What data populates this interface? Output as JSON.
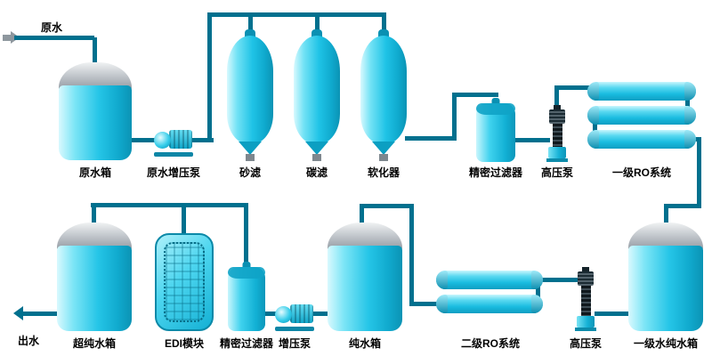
{
  "colors": {
    "equipment_cyan": "#1FC3E6",
    "pipe_teal": "#00708E",
    "tank_dome_gray": "#B9BDC2",
    "pump_dark": "#1B2B33",
    "label_text": "#000000",
    "background": "#FFFFFF"
  },
  "labels": {
    "inlet": "原水",
    "outlet": "出水",
    "raw_water_tank": "原水箱",
    "raw_water_booster_pump": "原水增压泵",
    "sand_filter": "砂滤",
    "carbon_filter": "碳滤",
    "softener": "软化器",
    "precision_filter_1": "精密过滤器",
    "high_pressure_pump_1": "高压泵",
    "stage1_ro_system": "一级RO系统",
    "ultrapure_water_tank": "超纯水箱",
    "edi_module": "EDI模块",
    "precision_filter_2": "精密过滤器",
    "booster_pump": "增压泵",
    "pure_water_tank": "纯水箱",
    "stage2_ro_system": "二级RO系统",
    "high_pressure_pump_2": "高压泵",
    "stage1_pure_water_tank": "一级水纯水箱"
  }
}
